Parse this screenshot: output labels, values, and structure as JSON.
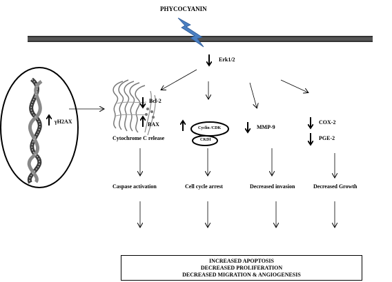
{
  "title": "PHYCOCYANIN",
  "pathway": {
    "erk": "Erk1/2",
    "h2ax": "γH2AX",
    "bcl2": "Bcl-2",
    "bax": "BAX",
    "cytochrome": "Cytochrome C release",
    "cyclin": "Cyclin /CDK",
    "ckdi": "CKDI",
    "mmp9": "MMP-9",
    "cox2": "COX-2",
    "pge2": "PGE-2"
  },
  "effects": {
    "caspase": "Caspase activation",
    "cell_cycle": "Cell cycle  arrest",
    "invasion": "Decreased invasion",
    "growth": "Decreased Growth"
  },
  "outcome": {
    "line1": "INCREASED APOPTOSIS",
    "line2": "DECREASED PROLIFERATION",
    "line3": "DECREASED  MIGRATION & ANGIOGENESIS"
  },
  "colors": {
    "membrane": "#555555",
    "lightning": "#4a7fc1",
    "lightning_dark": "#2c5a9a"
  }
}
